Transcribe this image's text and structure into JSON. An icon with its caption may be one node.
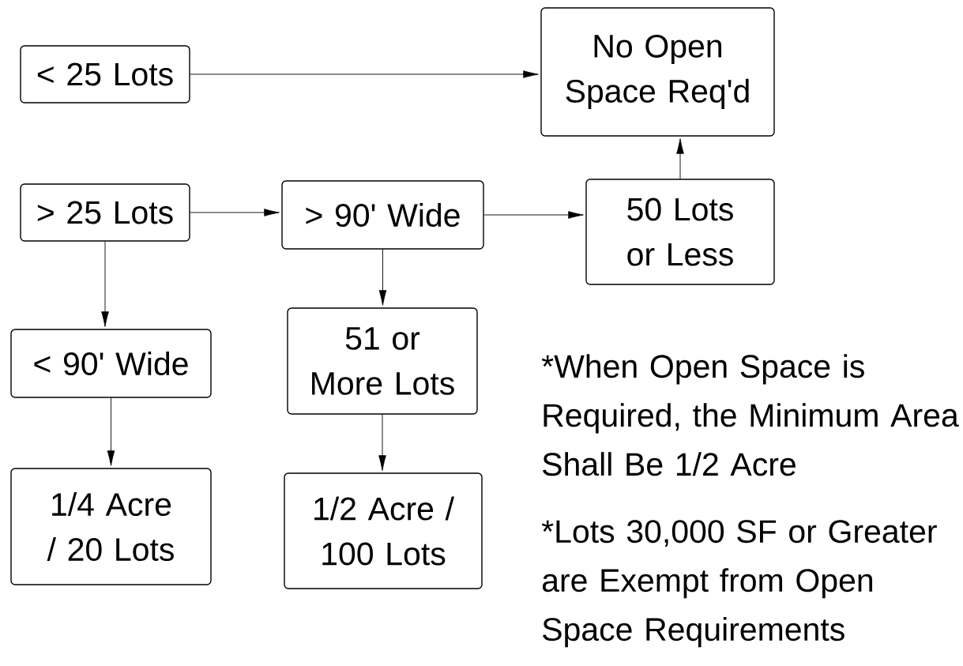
{
  "diagram": {
    "nodes": [
      {
        "text": [
          "< 25 Lots"
        ]
      },
      {
        "text": [
          "No Open Space Req'd"
        ]
      },
      {
        "text": [
          "> 25 Lots"
        ]
      },
      {
        "text": [
          "> 90' Wide"
        ]
      },
      {
        "text": [
          "50 Lots or Less"
        ]
      },
      {
        "text": [
          "< 90' Wide"
        ]
      },
      {
        "text": [
          "51 or More Lots"
        ]
      },
      {
        "text": [
          "1/4 Acre / 20 Lots"
        ]
      },
      {
        "text": [
          "1/2 Acre / 100 Lots"
        ]
      }
    ],
    "edges": [
      {
        "from": 0,
        "to": 1,
        "arrow": "to"
      },
      {
        "from": 2,
        "to": 3,
        "arrow": "to"
      },
      {
        "from": 3,
        "to": 4,
        "arrow": "to"
      },
      {
        "from": 4,
        "to": 1,
        "arrow": "to"
      },
      {
        "from": 2,
        "to": 5,
        "arrow": "to"
      },
      {
        "from": 3,
        "to": 6,
        "arrow": "to"
      },
      {
        "from": 5,
        "to": 7,
        "arrow": "to"
      },
      {
        "from": 6,
        "to": 8,
        "arrow": "to"
      }
    ],
    "labels": [
      "*When Open Space is Required, the Minimum Area Shall Be 1/2 Acre",
      "*Lots 30,000 SF or Greater are Exempt from Open Space Requirements"
    ]
  }
}
